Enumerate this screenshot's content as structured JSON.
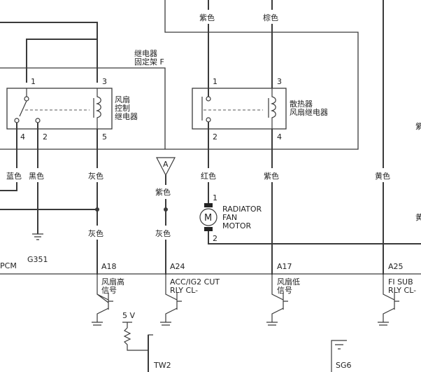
{
  "wire_colors": {
    "purple_top": "紫色",
    "brown_top": "棕色",
    "blue": "蓝色",
    "black": "黑色",
    "gray_upper": "灰色",
    "gray_lower": "灰色",
    "purple_a": "紫色",
    "gray_a": "灰色",
    "red": "红色",
    "purple_mid": "紫色",
    "yellow": "黄色"
  },
  "relay_bracket": {
    "line1": "继电器",
    "line2": "固定架 F"
  },
  "fan_control_relay": {
    "name": [
      "风扇",
      "控制",
      "继电器"
    ],
    "pins": {
      "top_left": "1",
      "top_right": "3",
      "bottom_left": "4",
      "bottom_mid": "2",
      "bottom_right": "5"
    }
  },
  "radiator_fan_relay": {
    "name": [
      "散热器",
      "风扇继电器"
    ],
    "pins": {
      "top_left": "1",
      "top_right": "3",
      "bottom_left": "2",
      "bottom_right": "4"
    }
  },
  "connector_a": {
    "label": "A"
  },
  "motor": {
    "symbol": "M",
    "name": [
      "RADIATOR",
      "FAN",
      "MOTOR"
    ],
    "pin_top": "1",
    "pin_bottom": "2"
  },
  "ground_g351": "G351",
  "pcm": {
    "label": "PCM",
    "terminals": [
      {
        "pin": "A18",
        "desc": [
          "风扇高",
          "信号"
        ]
      },
      {
        "pin": "A24",
        "desc": [
          "ACC/IG2 CUT",
          "RLY CL-"
        ]
      },
      {
        "pin": "A17",
        "desc": [
          "风扇低",
          "信号"
        ]
      },
      {
        "pin": "A25",
        "desc": [
          "FI SUB",
          "RLY CL-"
        ]
      }
    ],
    "supply": "5 V",
    "tw2": "TW2",
    "sg6": "SG6"
  },
  "edge_fragment_1": "紫",
  "edge_fragment_2": "黄"
}
